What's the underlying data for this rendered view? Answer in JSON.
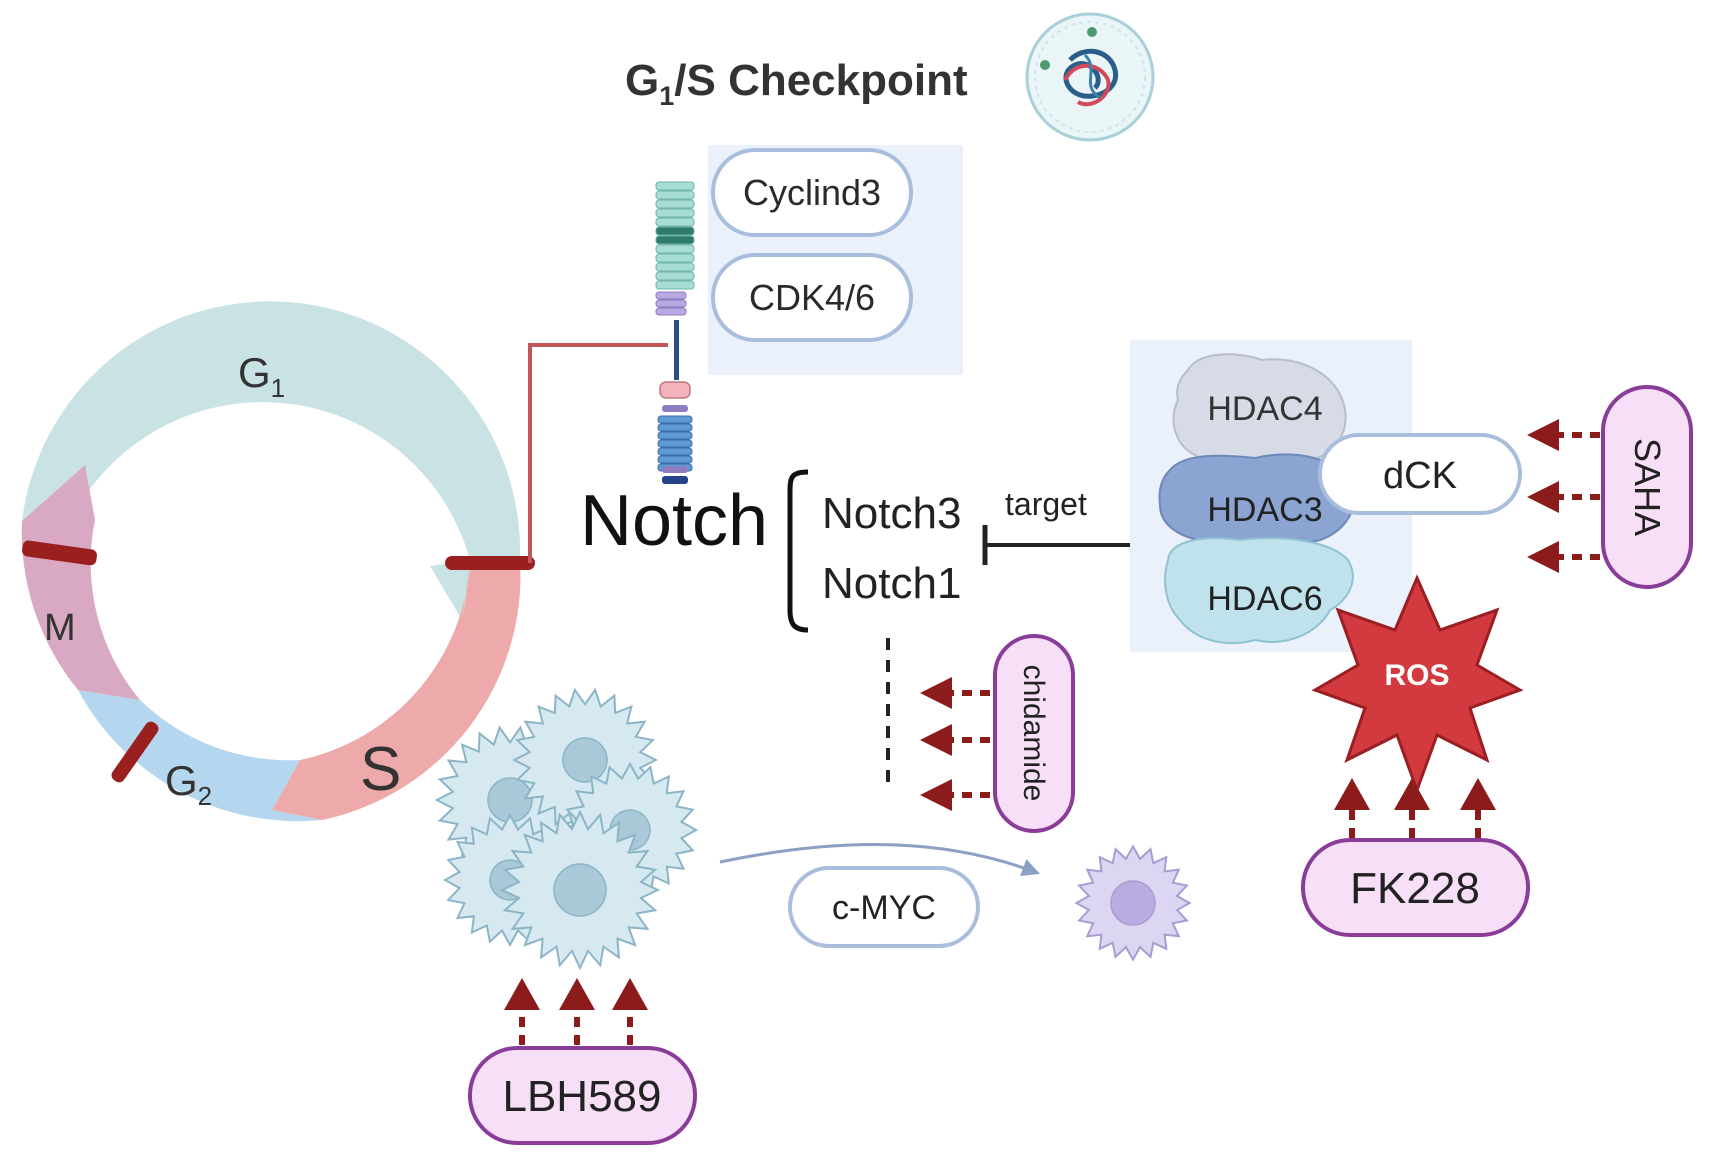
{
  "title": {
    "main": "G",
    "sub": "1",
    "rest": "/S Checkpoint"
  },
  "cell_cycle": {
    "g1": {
      "main": "G",
      "sub": "1"
    },
    "g2": {
      "main": "G",
      "sub": "2"
    },
    "m": "M",
    "s": "S"
  },
  "checkpoint_proteins": [
    "Cyclind3",
    "CDK4/6"
  ],
  "notch": {
    "label": "Notch",
    "members": [
      "Notch3",
      "Notch1"
    ],
    "target_label": "target"
  },
  "hdacs": [
    "HDAC4",
    "HDAC3",
    "HDAC6"
  ],
  "dck": "dCK",
  "ros": "ROS",
  "cmyc": "c-MYC",
  "drugs": {
    "saha": "SAHA",
    "chidamide": "chidamide",
    "fk228": "FK228",
    "lbh589": "LBH589"
  },
  "colors": {
    "g1_arc": "#c9e3e5",
    "s_arc": "#eeaaaa",
    "g2_arc": "#b4d6ee",
    "m_arc": "#d9a9c3",
    "checkpoint_bar": "#9a1f1f",
    "arrow_red": "#8c1c1c",
    "drug_fill": "#f6dff7",
    "drug_border": "#8a3d98",
    "protein_border": "#a9bedd",
    "protein_fill": "#ffffff",
    "panel_fill": "#eaf1fb",
    "ros_fill": "#d23a3f",
    "cmyc_arrow": "#8c9fc4"
  }
}
